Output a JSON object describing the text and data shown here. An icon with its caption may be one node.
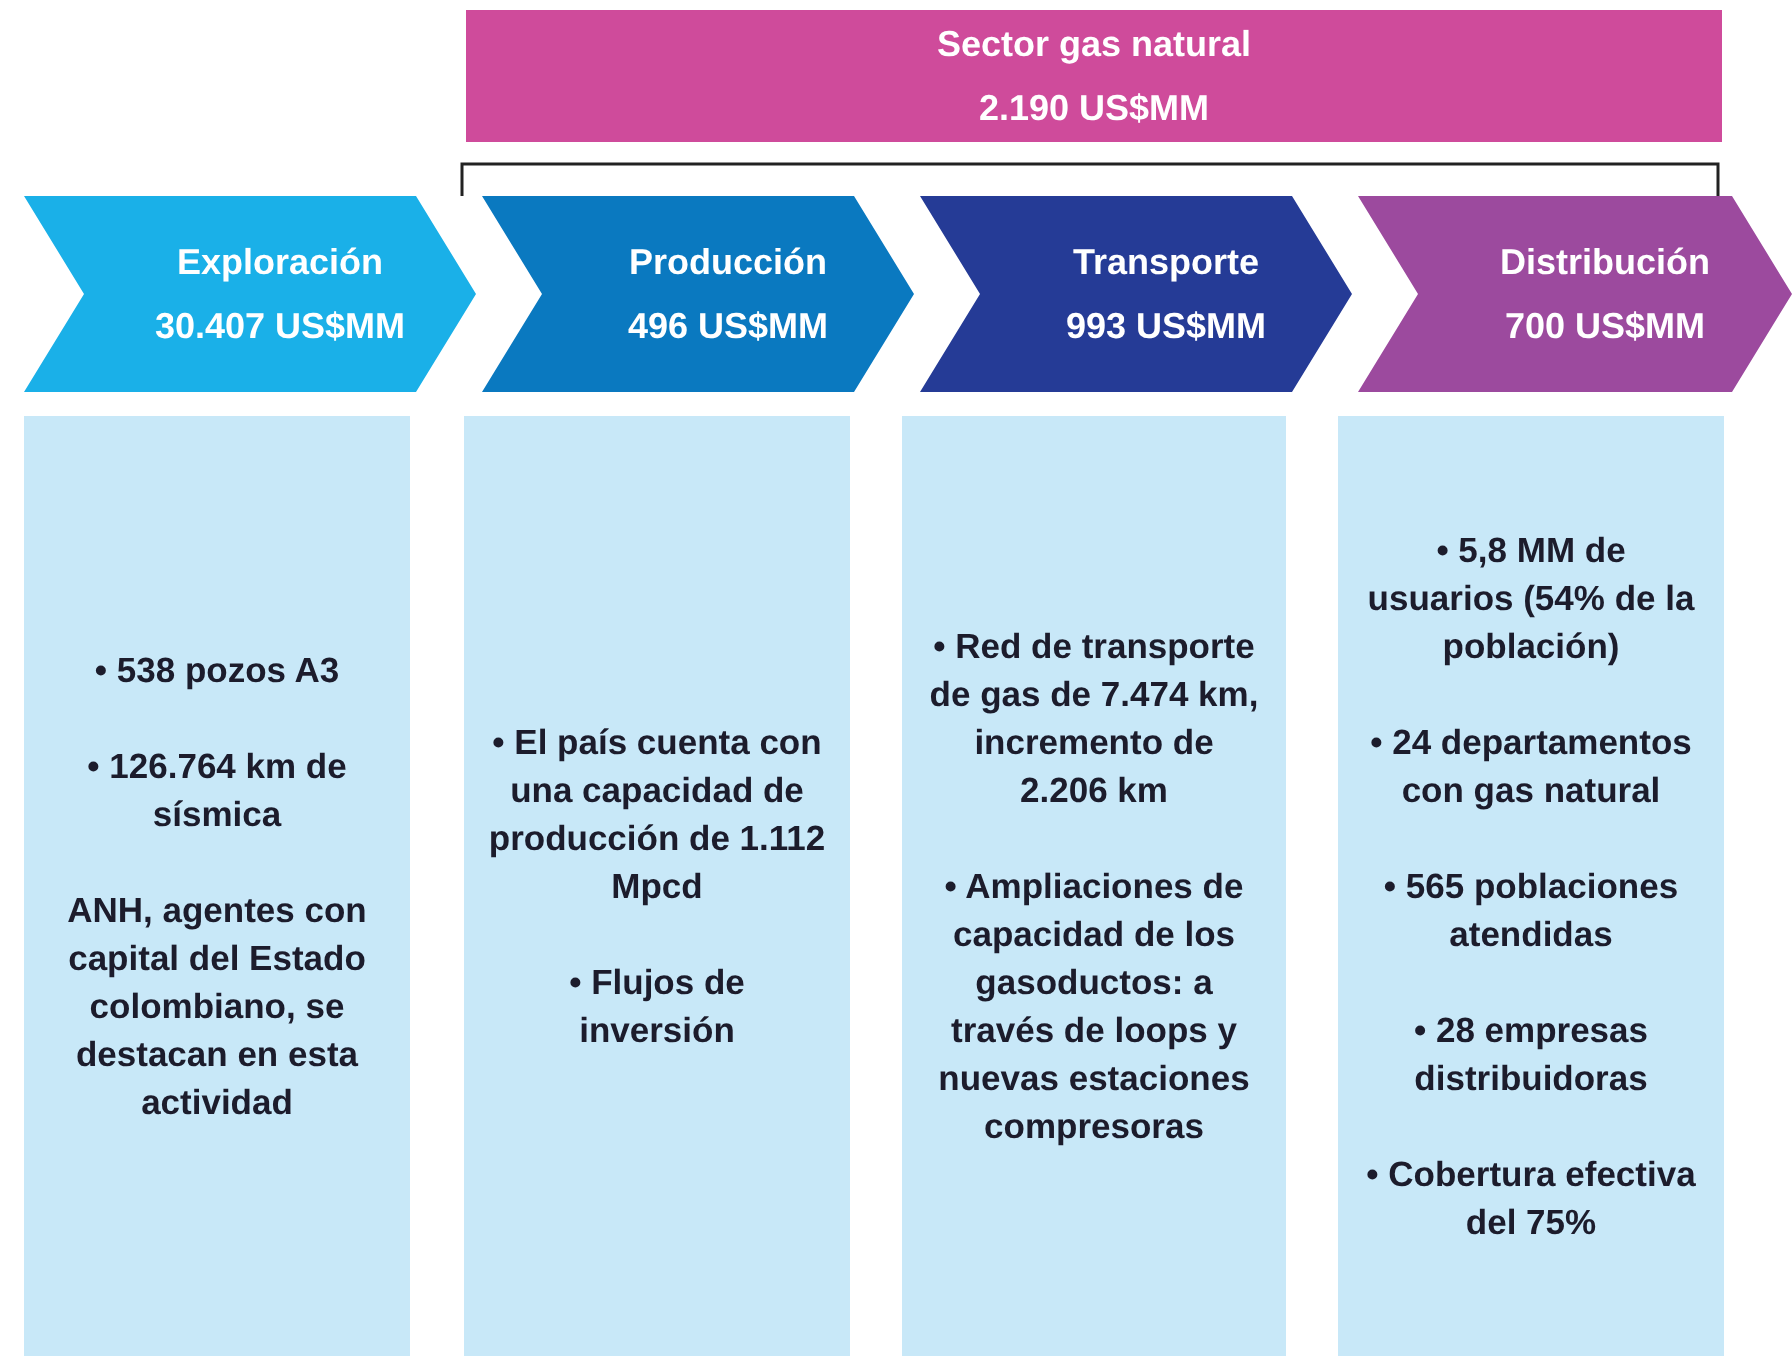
{
  "diagram": {
    "nodes": [
      {
        "text": [
          "Sector gas natural",
          "2.190 US$MM"
        ]
      },
      {
        "text": [
          "Exploración",
          "30.407 US$MM"
        ]
      },
      {
        "text": [
          "Producción",
          "496 US$MM"
        ]
      },
      {
        "text": [
          "Transporte",
          "993 US$MM"
        ]
      },
      {
        "text": [
          "Distribución",
          "700 US$MM"
        ]
      },
      {
        "text": [
          "• 538 pozos A3",
          "• 126.764 km de sísmica",
          "ANH, agentes con capital del Estado colombiano, se destacan en esta actividad"
        ]
      },
      {
        "text": [
          "• El país cuenta con una capacidad de producción de 1.112 Mpcd",
          "• Flujos de inversión"
        ]
      },
      {
        "text": [
          "• Red de transporte de gas de 7.474 km, incremento de 2.206 km",
          "• Ampliaciones de capacidad de los gasoductos: a través de loops y nuevas estaciones compresoras"
        ]
      },
      {
        "text": [
          "• 5,8 MM de usuarios (54% de la población)",
          "• 24 departamentos con gas natural",
          "• 565 poblaciones atendidas",
          "• 28 empresas distribuidoras",
          "• Cobertura efectiva del 75%"
        ]
      }
    ]
  }
}
